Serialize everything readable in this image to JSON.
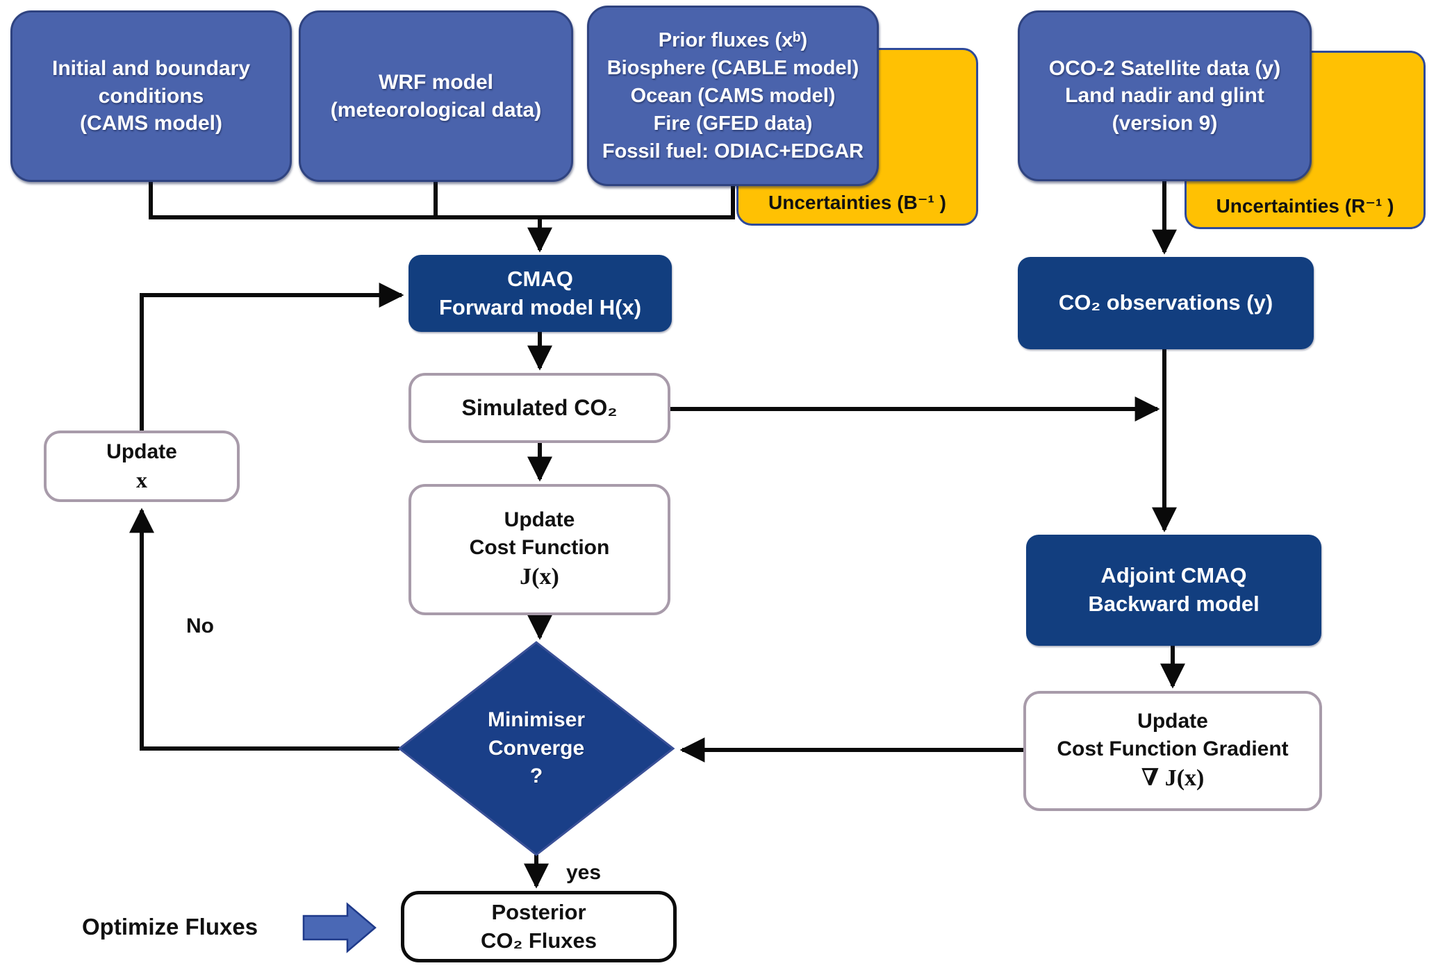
{
  "diagram_title": "WRF-CMAQ / OCO-2 CO2 flux inversion flowchart",
  "colors": {
    "blue-box": "#4a63ac",
    "blue-border": "#2f4380",
    "navy-box": "#123e7f",
    "diamond": "#1a3f88",
    "yellow": "#ffc103",
    "yellow-border": "#2e4a9b",
    "gray-border": "#a89baa",
    "line": "#0a0a0a",
    "arrow-blue": "#4a68b5"
  },
  "nodes": {
    "initial_boundary": {
      "lines": [
        "Initial and boundary",
        "conditions",
        "(CAMS model)"
      ]
    },
    "wrf": {
      "lines": [
        "WRF model",
        "(meteorological data)"
      ]
    },
    "prior_fluxes": {
      "lines": [
        "Prior fluxes (xᵇ)",
        "Biosphere (CABLE model)",
        "Ocean (CAMS model)",
        "Fire (GFED data)",
        "Fossil fuel: ODIAC+EDGAR"
      ]
    },
    "uncertainties_b": {
      "label": "Uncertainties (B⁻¹ )"
    },
    "oco2": {
      "lines": [
        "OCO-2 Satellite data (y)",
        "Land nadir and glint",
        "(version 9)"
      ]
    },
    "uncertainties_r": {
      "label": "Uncertainties (R⁻¹ )"
    },
    "cmaq_forward": {
      "lines": [
        "CMAQ",
        "Forward model H(x)"
      ]
    },
    "co2_observations": {
      "label": "CO₂ observations (y)"
    },
    "simulated_co2": {
      "label": "Simulated CO₂"
    },
    "update_x": {
      "lines": [
        "Update",
        "x"
      ]
    },
    "update_cost_function": {
      "lines": [
        "Update",
        "Cost Function",
        "J(x)"
      ]
    },
    "adjoint_cmaq": {
      "lines": [
        "Adjoint CMAQ",
        "Backward model"
      ]
    },
    "cost_function_gradient": {
      "lines": [
        "Update",
        "Cost Function Gradient",
        "∇ J(x)"
      ]
    },
    "minimiser_converge": {
      "lines": [
        "Minimiser",
        "Converge",
        "?"
      ]
    },
    "posterior_fluxes": {
      "lines": [
        "Posterior",
        "CO₂ Fluxes"
      ]
    }
  },
  "labels": {
    "no": "No",
    "yes": "yes",
    "optimize": "Optimize Fluxes"
  },
  "edges": [
    {
      "from": "initial_boundary",
      "to": "cmaq_forward"
    },
    {
      "from": "wrf",
      "to": "cmaq_forward"
    },
    {
      "from": "prior_fluxes",
      "to": "cmaq_forward"
    },
    {
      "from": "cmaq_forward",
      "to": "simulated_co2"
    },
    {
      "from": "simulated_co2",
      "to": "update_cost_function"
    },
    {
      "from": "simulated_co2",
      "to": "adjoint_cmaq"
    },
    {
      "from": "update_cost_function",
      "to": "minimiser_converge"
    },
    {
      "from": "oco2",
      "to": "co2_observations"
    },
    {
      "from": "co2_observations",
      "to": "adjoint_cmaq"
    },
    {
      "from": "adjoint_cmaq",
      "to": "cost_function_gradient"
    },
    {
      "from": "cost_function_gradient",
      "to": "minimiser_converge"
    },
    {
      "from": "minimiser_converge",
      "to": "update_x",
      "label": "No"
    },
    {
      "from": "update_x",
      "to": "cmaq_forward"
    },
    {
      "from": "minimiser_converge",
      "to": "posterior_fluxes",
      "label": "yes"
    }
  ]
}
